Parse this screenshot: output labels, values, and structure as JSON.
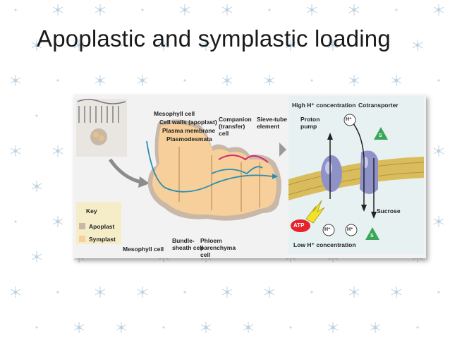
{
  "slide": {
    "title": "Apoplastic and symplastic loading"
  },
  "diagram": {
    "left": {
      "mesophyll_cell_top": "Mesophyll cell",
      "cell_walls": "Cell walls (apoplast)",
      "plasma_membrane": "Plasma membrane",
      "plasmodesmata": "Plasmodesmata",
      "companion_cell": "Companion (transfer) cell",
      "sieve_tube": "Sieve-tube element",
      "mesophyll_cell_bottom": "Mesophyll cell",
      "bundle_sheath": "Bundle-sheath cell",
      "phloem_parenchyma": "Phloem parenchyma cell"
    },
    "key": {
      "title": "Key",
      "apoplast": "Apoplast",
      "symplast": "Symplast"
    },
    "right": {
      "high_conc": "High H⁺ concentration",
      "cotransporter": "Cotransporter",
      "proton_pump": "Proton pump",
      "low_conc": "Low H⁺ concentration",
      "atp": "ATP",
      "sucrose": "Sucrose",
      "h_ion": "H⁺",
      "s": "S"
    },
    "colors": {
      "symplast": "#f6cf9a",
      "apoplast": "#c9b7a8",
      "membrane": "#d9bc5c",
      "protein": "#8f92c8",
      "arrow": "#2a8db0",
      "sucrose": "#3aa65a"
    }
  }
}
